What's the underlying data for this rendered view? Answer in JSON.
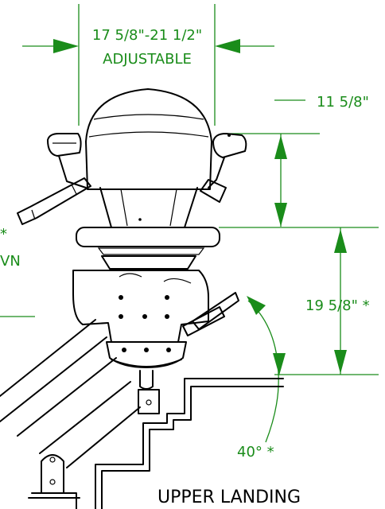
{
  "dimensions": {
    "seat_width": "17 5/8\"-21 1/2\"",
    "seat_width_note": "ADJUSTABLE",
    "armrest_height": "11 5/8\"",
    "seat_height": "19 5/8\" *",
    "angle": "40° *",
    "partial_left_top": "*",
    "partial_left_bottom": "VN"
  },
  "labels": {
    "upper_landing": "UPPER LANDING"
  },
  "colors": {
    "dimension": "#1a8c1a",
    "ink": "#000000"
  }
}
